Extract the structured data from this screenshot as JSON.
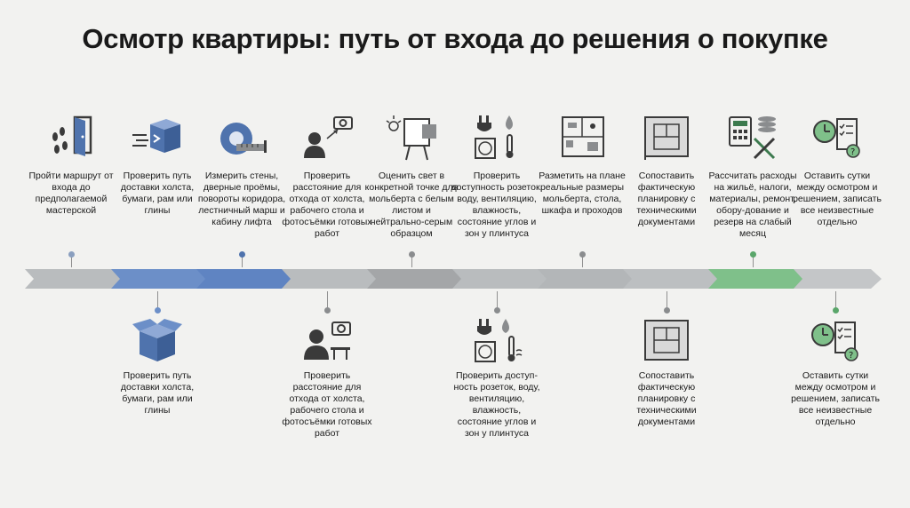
{
  "title": "Осмотр квартиры: путь от входа до решения о покупке",
  "colors": {
    "blue": "#6c8fc8",
    "green": "#7fc08a",
    "gray": "#b9bcbe",
    "dark_gray": "#a4a6a8",
    "icon_dark": "#3a3a3a",
    "icon_blue": "#4f73ad",
    "icon_green": "#3c7a4e"
  },
  "top_steps": [
    {
      "text": "Пройти маршрут от входа до предполагаемой мастерской",
      "icon": "footsteps-door-icon"
    },
    {
      "text": "Проверить путь доставки холста, бумаги, рам или глины",
      "icon": "delivery-box-icon"
    },
    {
      "text": "Измерить стены, дверные проёмы, повороты коридора, лестничный марш и кабину лифта",
      "icon": "tape-measure-icon"
    },
    {
      "text": "Проверить расстояние для отхода от холста, рабочего стола и фотосъёмки готовых работ",
      "icon": "person-camera-icon"
    },
    {
      "text": "Оценить свет в конкретной точке для мольберта с белым листом и нейтрально-серым образцом",
      "icon": "easel-light-icon"
    },
    {
      "text": "Проверить доступность розеток, воду, вентиляцию, влажность, состояние углов и зон у плинтуса",
      "icon": "utilities-icon"
    },
    {
      "text": "Разметить на плане реальные размеры мольберта, стола, шкафа и проходов",
      "icon": "floor-plan-icon"
    },
    {
      "text": "Сопоставить фактическую планировку с техническими документами",
      "icon": "blueprint-icon"
    },
    {
      "text": "Рассчитать расходы на жильё, налоги, материалы, ремонт, обору-дование и резерв на слабый месяц",
      "icon": "calculator-tools-icon"
    },
    {
      "text": "Оставить сутки между осмотром и решением, записать все неизвестные отдельно",
      "icon": "clock-checklist-icon"
    }
  ],
  "bottom_steps": [
    {
      "text": "Проверить путь доставки холста, бумаги, рам или глины",
      "icon": "open-box-icon"
    },
    {
      "text": "Проверить расстояние для отхода от холста, рабочего стола и фотосъёмки готовых работ",
      "icon": "person-camera-icon"
    },
    {
      "text": "Проверить доступ-ность розеток, воду, вентиляцию, влажность, состояние углов и зон у плинтуса",
      "icon": "utilities-icon"
    },
    {
      "text": "Сопоставить фактическую планировку с техническими документами",
      "icon": "blueprint-icon"
    },
    {
      "text": "Оставить сутки между осмотром и решением, записать все неизвестные отдельно",
      "icon": "clock-checklist-icon"
    }
  ]
}
